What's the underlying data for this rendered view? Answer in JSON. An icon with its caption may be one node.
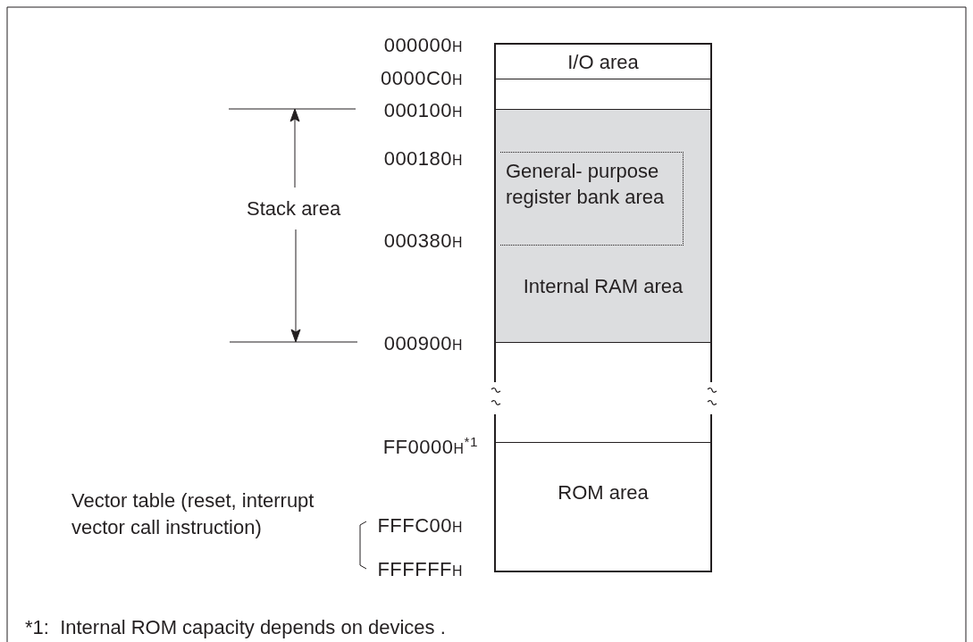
{
  "diagram": {
    "nodes": [
      {
        "text": [
          "I/O area"
        ]
      },
      {
        "text": [],
        "shape": "box"
      },
      {
        "text": [
          "Internal RAM area"
        ]
      },
      {
        "text": [
          "General- purpose register bank area"
        ],
        "in": 2
      },
      {
        "text": [
          "ROM area"
        ]
      }
    ],
    "edges": [],
    "labels": [
      "000000$_{H}$",
      "0000C0$_{H}$",
      "000100$_{H}$",
      "000180$_{H}$",
      "Stack area",
      "000380$_{H}$",
      "000900$_{H}$",
      "FF0000$_{H}$$^{*1}$",
      "Vector table (reset, interrupt vector call instruction)",
      "FFFC00$_{H}$",
      "FFFFFF$_{H}$",
      "*1:  Internal ROM capacity depends on devices ."
    ]
  }
}
